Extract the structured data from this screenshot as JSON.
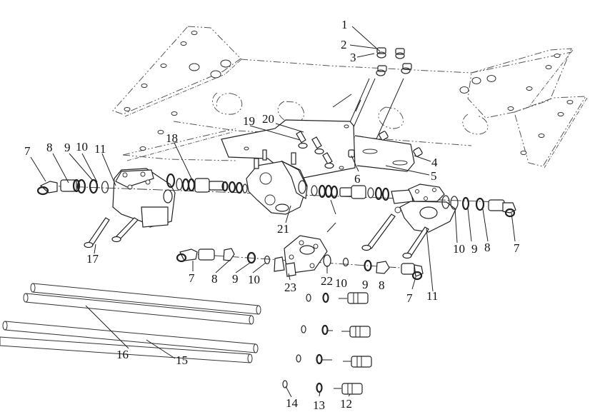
{
  "diagram": {
    "type": "exploded-parts-view",
    "subject": "trailer valve and bracket assembly",
    "callouts": [
      {
        "id": "c1",
        "label": "1"
      },
      {
        "id": "c2",
        "label": "2"
      },
      {
        "id": "c3",
        "label": "3"
      },
      {
        "id": "c4",
        "label": "4"
      },
      {
        "id": "c5",
        "label": "5"
      },
      {
        "id": "c6",
        "label": "6"
      },
      {
        "id": "c7a",
        "label": "7"
      },
      {
        "id": "c8a",
        "label": "8"
      },
      {
        "id": "c9a",
        "label": "9"
      },
      {
        "id": "c10a",
        "label": "10"
      },
      {
        "id": "c11a",
        "label": "11"
      },
      {
        "id": "c18",
        "label": "18"
      },
      {
        "id": "c19",
        "label": "19"
      },
      {
        "id": "c20",
        "label": "20"
      },
      {
        "id": "c21",
        "label": "21"
      },
      {
        "id": "c17",
        "label": "17"
      },
      {
        "id": "c10b",
        "label": "10"
      },
      {
        "id": "c9b",
        "label": "9"
      },
      {
        "id": "c8b",
        "label": "8"
      },
      {
        "id": "c7b",
        "label": "7"
      },
      {
        "id": "c11b",
        "label": "11"
      },
      {
        "id": "c7c",
        "label": "7"
      },
      {
        "id": "c8c",
        "label": "8"
      },
      {
        "id": "c9c",
        "label": "9"
      },
      {
        "id": "c10c",
        "label": "10"
      },
      {
        "id": "c23",
        "label": "23"
      },
      {
        "id": "c22",
        "label": "22"
      },
      {
        "id": "c10d",
        "label": "10"
      },
      {
        "id": "c9d",
        "label": "9"
      },
      {
        "id": "c8d",
        "label": "8"
      },
      {
        "id": "c7d",
        "label": "7"
      },
      {
        "id": "c16",
        "label": "16"
      },
      {
        "id": "c15",
        "label": "15"
      },
      {
        "id": "c14",
        "label": "14"
      },
      {
        "id": "c13",
        "label": "13"
      },
      {
        "id": "c12",
        "label": "12"
      }
    ]
  }
}
